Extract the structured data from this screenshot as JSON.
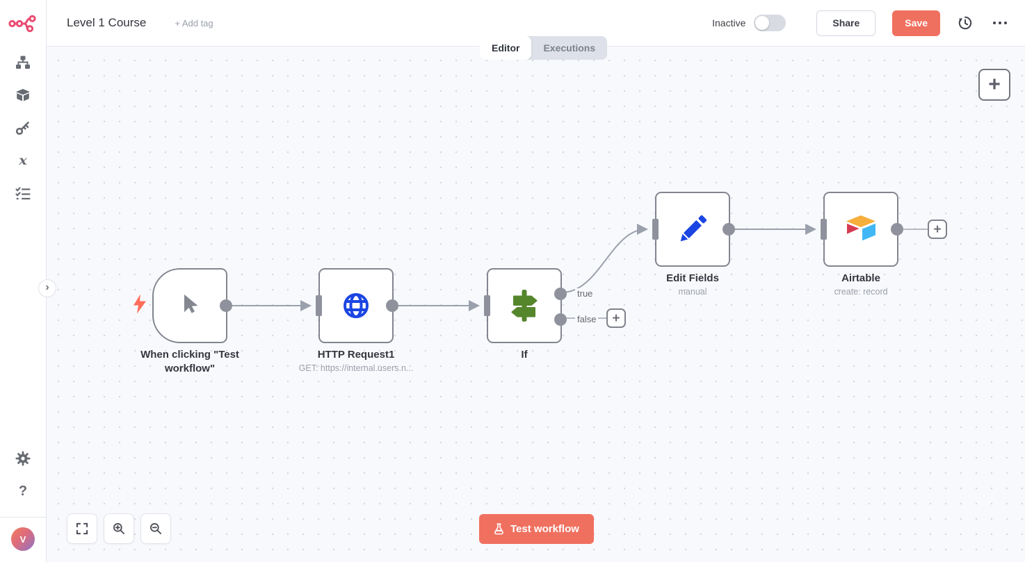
{
  "header": {
    "title": "Level 1 Course",
    "add_tag_label": "+ Add tag",
    "tabs": {
      "editor": "Editor",
      "executions": "Executions"
    },
    "inactive_label": "Inactive",
    "share_label": "Share",
    "save_label": "Save"
  },
  "sidebar": {
    "user_initial": "V",
    "variables_glyph": "x",
    "help_glyph": "?"
  },
  "canvas": {
    "nodes": [
      {
        "name": "When clicking \"Test workflow\"",
        "type": "manual-trigger"
      },
      {
        "name": "HTTP Request1",
        "subtitle": "GET: https://internal.users.n...",
        "type": "http-request"
      },
      {
        "name": "If",
        "type": "if",
        "outputs": [
          "true",
          "false"
        ]
      },
      {
        "name": "Edit Fields",
        "subtitle": "manual",
        "type": "set"
      },
      {
        "name": "Airtable",
        "subtitle": "create: record",
        "type": "airtable"
      }
    ],
    "plus_glyph": "+",
    "chevron_glyph": "›",
    "test_workflow_label": "Test workflow"
  },
  "colors": {
    "accent": "#f0705f",
    "logo_pink": "#ea4b71",
    "node_border": "#82858f",
    "connection": "#9aa0ac",
    "if_green": "#55862c",
    "icon_blue": "#1b45e2",
    "airtable_yellow": "#f6ae3c",
    "airtable_red": "#d63a52",
    "airtable_blue": "#41b8f5",
    "canvas_bg": "#f8f9fc"
  }
}
